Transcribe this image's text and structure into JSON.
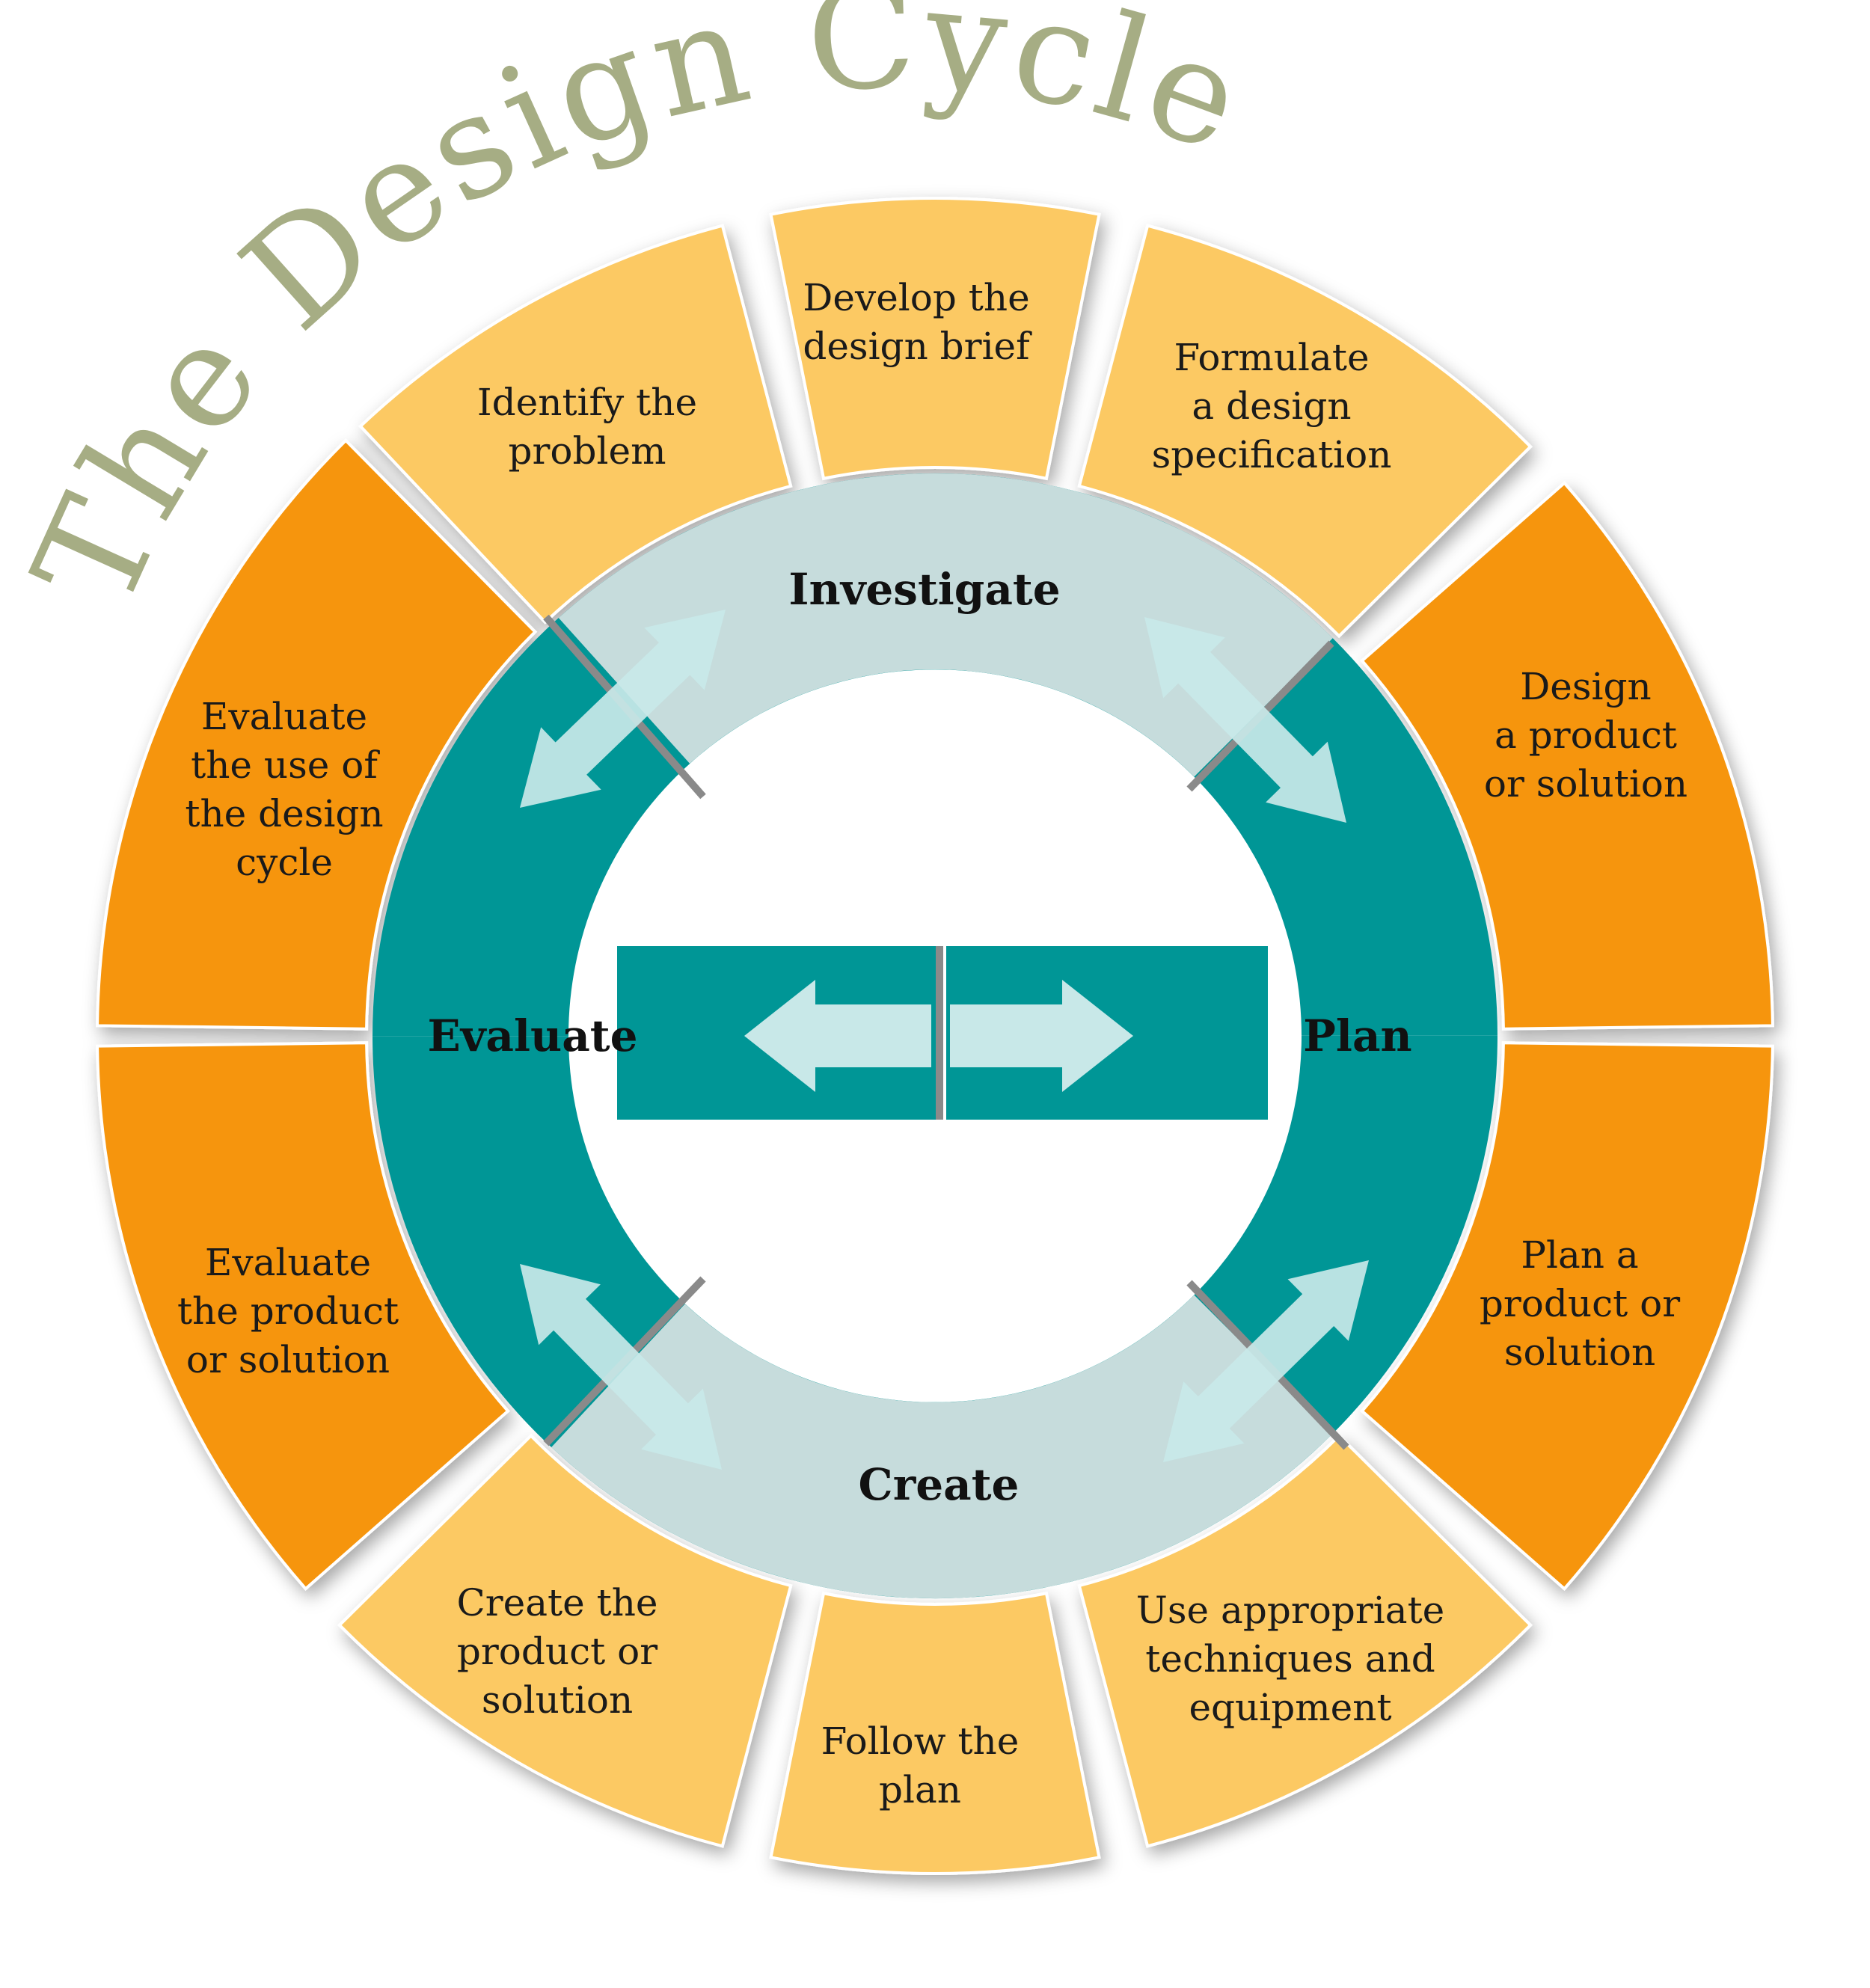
{
  "title": "The Design Cycle",
  "colors": {
    "title": "#a6ad84",
    "outer_light": "#fcc964",
    "outer_dark": "#f6950b",
    "ring_teal": "#009696",
    "ring_light": "#c6dcdc",
    "arrow_fill": "#c8e8e8",
    "gap": "#8a8a8a"
  },
  "phases": {
    "investigate": "Investigate",
    "plan": "Plan",
    "create": "Create",
    "evaluate": "Evaluate"
  },
  "steps": [
    {
      "id": "identify-problem",
      "lines": [
        "Identify the",
        "problem"
      ]
    },
    {
      "id": "develop-brief",
      "lines": [
        "Develop the",
        "design brief"
      ]
    },
    {
      "id": "formulate-spec",
      "lines": [
        "Formulate",
        "a design",
        "specification"
      ]
    },
    {
      "id": "design-product",
      "lines": [
        "Design",
        "a product",
        "or solution"
      ]
    },
    {
      "id": "plan-product",
      "lines": [
        "Plan a",
        "product or",
        "solution"
      ]
    },
    {
      "id": "use-techniques",
      "lines": [
        "Use appropriate",
        "techniques and",
        "equipment"
      ]
    },
    {
      "id": "follow-plan",
      "lines": [
        "Follow the",
        "plan"
      ]
    },
    {
      "id": "create-product",
      "lines": [
        "Create the",
        "product or",
        "solution"
      ]
    },
    {
      "id": "evaluate-product",
      "lines": [
        "Evaluate",
        "the product",
        "or solution"
      ]
    },
    {
      "id": "evaluate-use",
      "lines": [
        "Evaluate",
        "the use of",
        "the design",
        "cycle"
      ]
    }
  ]
}
